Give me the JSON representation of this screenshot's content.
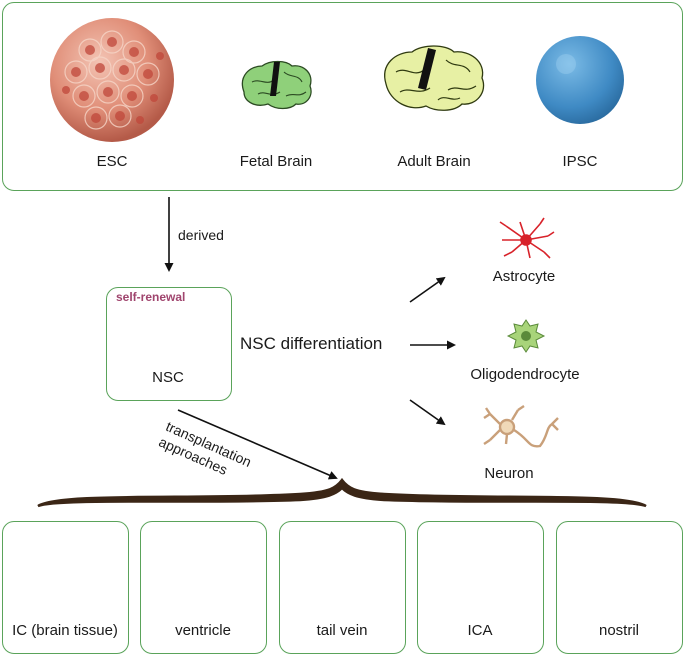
{
  "sources": {
    "esc": "ESC",
    "fetal_brain": "Fetal Brain",
    "adult_brain": "Adult Brain",
    "ipsc": "IPSC"
  },
  "derived_label": "derived",
  "nsc": {
    "self_renewal": "self-renewal",
    "label": "NSC",
    "differentiation": "NSC differentiation"
  },
  "cells": {
    "astrocyte": "Astrocyte",
    "oligodendrocyte": "Oligodendrocyte",
    "neuron": "Neuron"
  },
  "transplant": {
    "line1": "transplantation",
    "line2": "approaches"
  },
  "routes": {
    "ic": "IC (brain tissue)",
    "ventricle": "ventricle",
    "tail_vein": "tail vein",
    "ica": "ICA",
    "nostril": "nostril"
  },
  "colors": {
    "box_border": "#5aa35a",
    "self_renewal": "#a0456e",
    "arrow": "#111111"
  }
}
